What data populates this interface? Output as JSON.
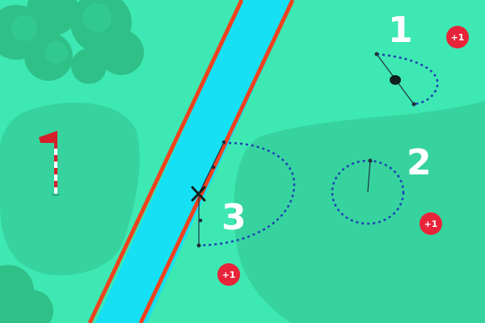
{
  "scenario_numbers": {
    "one": "1",
    "two": "2",
    "three": "3"
  },
  "penalty_badges": {
    "one": "+1",
    "two": "+1",
    "three": "+1"
  },
  "colors": {
    "fairway": "#3ee8b2",
    "rough_patch": "#36d39e",
    "tree": "#2fc088",
    "water": "#16e0f4",
    "water_edge": "#f0421e",
    "path_dotted": "#1f3fb5",
    "badge": "#e8243a",
    "flag": "#d51f2a"
  },
  "icons": {
    "flag": "flag-icon",
    "ball": "ball-icon",
    "drop_marker": "cross-icon"
  }
}
